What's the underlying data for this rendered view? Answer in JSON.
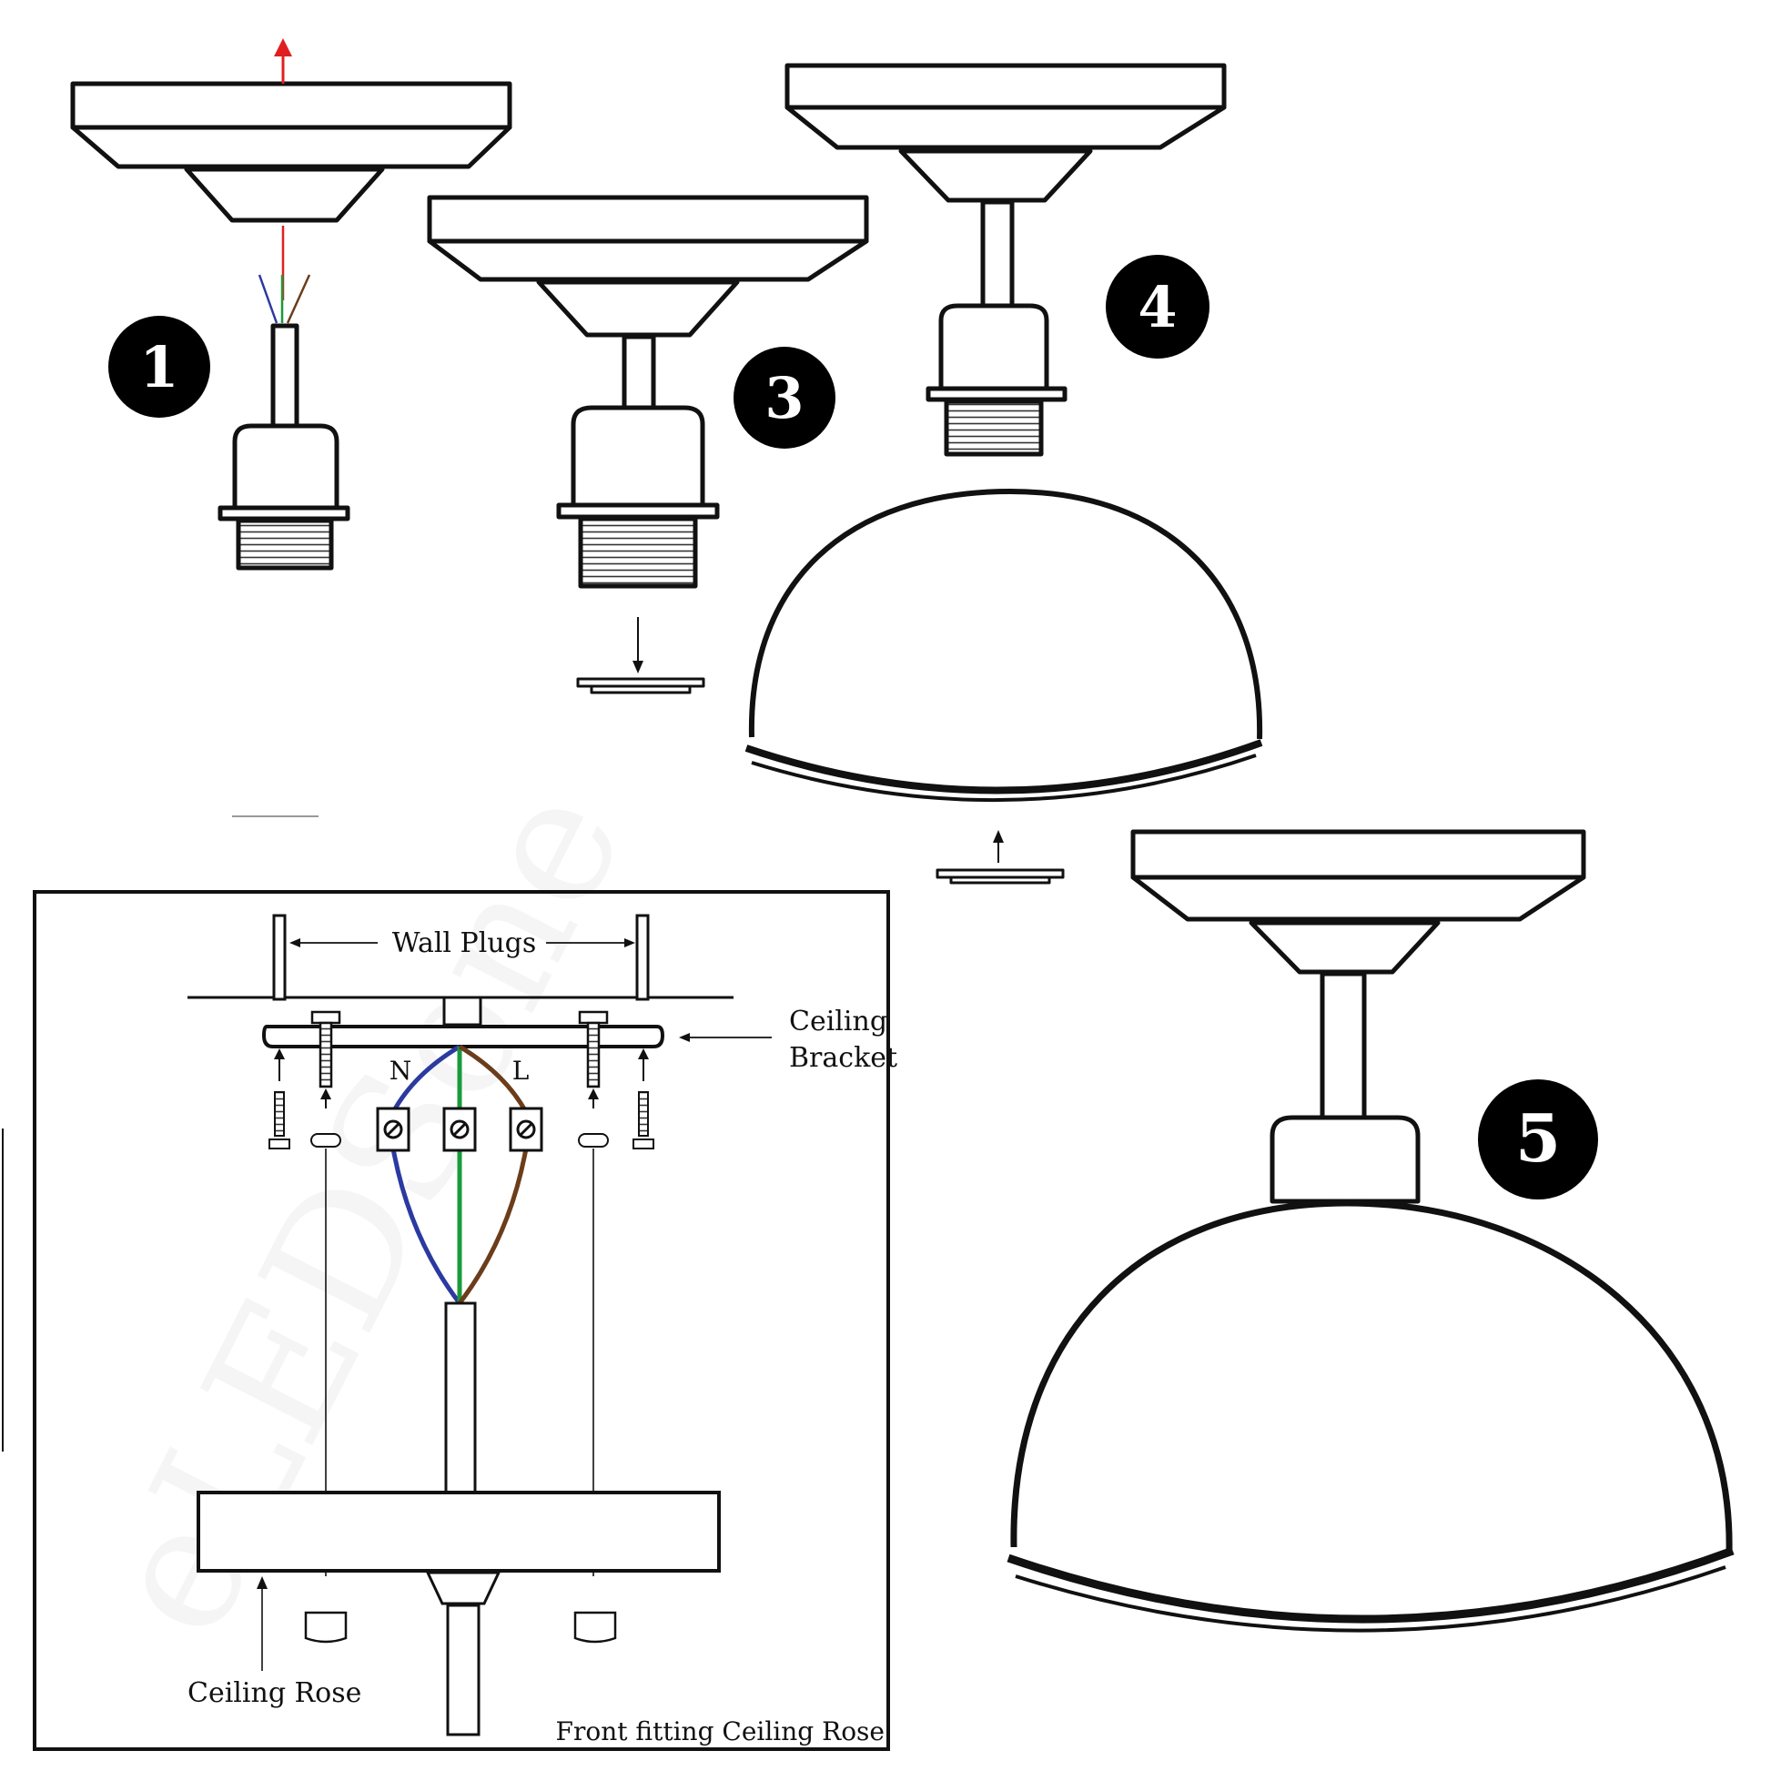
{
  "steps": {
    "step1": "1",
    "step3": "3",
    "step4": "4",
    "step5": "5"
  },
  "wiring": {
    "wall_plugs": "Wall Plugs",
    "ceiling_bracket_line1": "Ceiling",
    "ceiling_bracket_line2": "Bracket",
    "neutral": "N",
    "live": "L",
    "ceiling_rose": "Ceiling Rose",
    "caption": "Front fitting Ceiling Rose"
  },
  "watermark": "eLEDSone",
  "colors": {
    "outline": "#111111",
    "pull_arrow": "#e02020",
    "neutral_wire": "#2b3aa0",
    "earth_wire": "#1a9a3a",
    "live_wire": "#6b3d1a",
    "badge": "#000000"
  }
}
